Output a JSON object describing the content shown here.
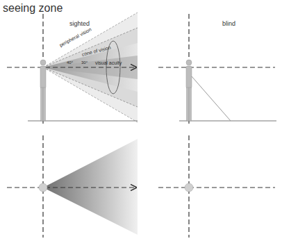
{
  "diagram": {
    "title": "seeing zone",
    "labels": [
      "sighted",
      "blind",
      "peripheral vision",
      "cone of vision",
      "40°",
      "30°",
      "visual acuity"
    ]
  }
}
